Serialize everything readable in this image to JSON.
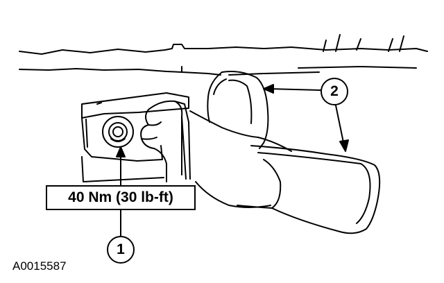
{
  "figure": {
    "id_label": "A0015587",
    "torque_label": "40 Nm (30 lb-ft)",
    "callouts": [
      {
        "number": "1"
      },
      {
        "number": "2"
      }
    ]
  }
}
